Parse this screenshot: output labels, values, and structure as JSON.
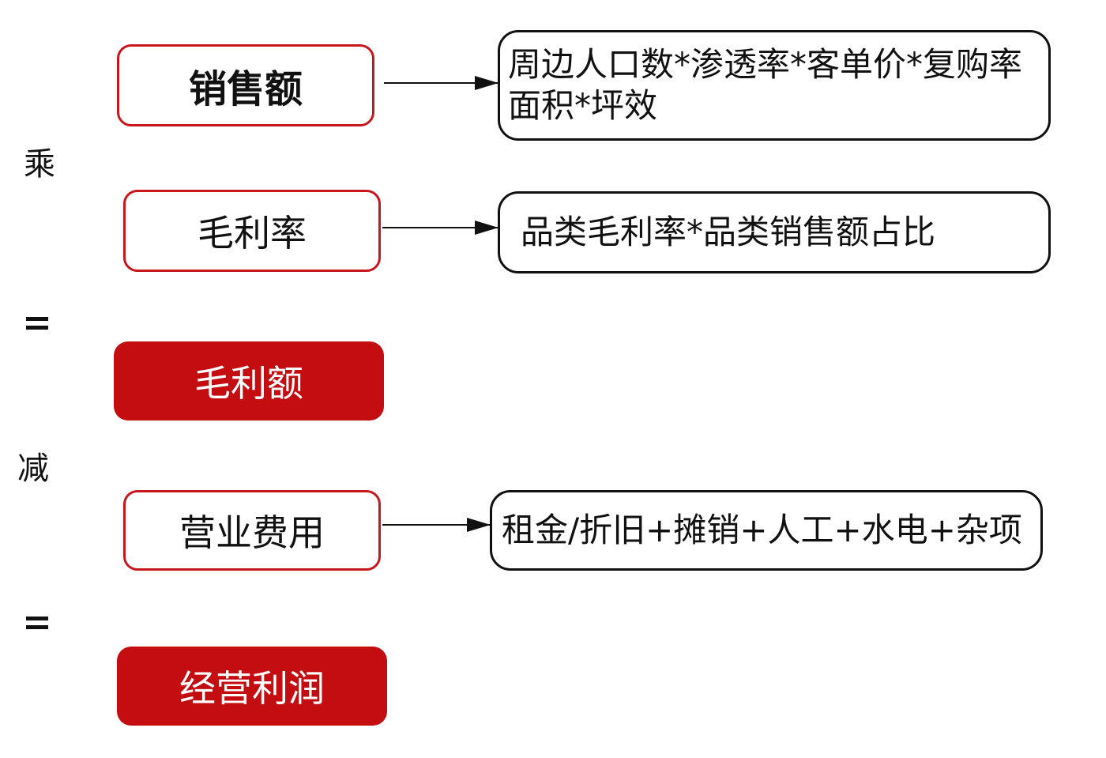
{
  "nodes": {
    "sales": "销售额",
    "gross_margin_rate": "毛利率",
    "gross_profit": "毛利额",
    "operating_expenses": "营业费用",
    "operating_profit": "经营利润"
  },
  "operators": {
    "multiply": "乘",
    "minus": "减"
  },
  "formulas": {
    "sales_line1": "周边人口数*渗透率*客单价*复购率",
    "sales_line2": "面积*坪效",
    "gross_margin": "品类毛利率*品类销售额占比",
    "expenses": "租金/折旧+摊销+人工+水电+杂项"
  },
  "colors": {
    "accent_red": "#c30d11",
    "outline_red": "#c8161d",
    "text": "#111111"
  }
}
